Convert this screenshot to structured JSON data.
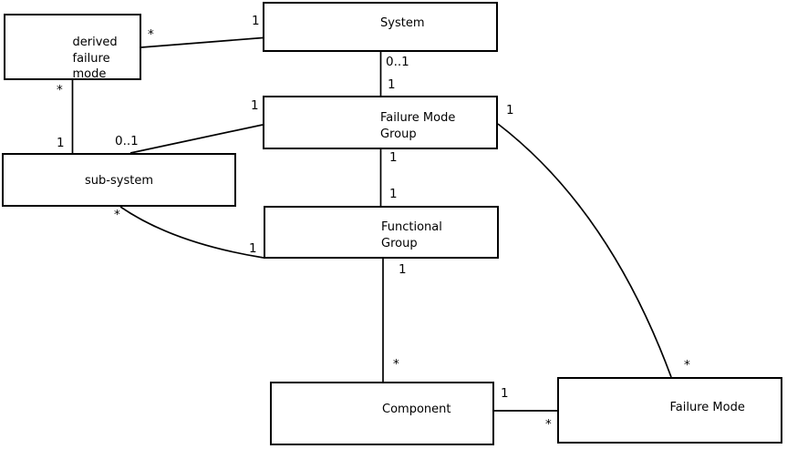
{
  "diagram": {
    "type": "uml-class-diagram",
    "colors": {
      "background": "#ffffff",
      "line": "#000000",
      "text": "#000000",
      "box_border": "#000000",
      "box_fill": "#ffffff"
    },
    "entities": {
      "derived_failure_mode": {
        "label": "derived\nfailure\nmode"
      },
      "system": {
        "label": "System"
      },
      "failure_mode_group": {
        "label": "Failure Mode\nGroup"
      },
      "sub_system": {
        "label": "sub-system"
      },
      "functional_group": {
        "label": "Functional\nGroup"
      },
      "component": {
        "label": "Component"
      },
      "failure_mode": {
        "label": "Failure Mode"
      }
    },
    "relationships": [
      {
        "from": "derived_failure_mode",
        "to": "system",
        "from_multiplicity": "*",
        "to_multiplicity": "1"
      },
      {
        "from": "derived_failure_mode",
        "to": "sub_system",
        "from_multiplicity": "*",
        "to_multiplicity": "1"
      },
      {
        "from": "system",
        "to": "failure_mode_group",
        "from_multiplicity": "0..1",
        "to_multiplicity": "1"
      },
      {
        "from": "failure_mode_group",
        "to": "sub_system",
        "from_multiplicity": "1",
        "to_multiplicity": "0..1"
      },
      {
        "from": "failure_mode_group",
        "to": "functional_group",
        "from_multiplicity": "1",
        "to_multiplicity": "1"
      },
      {
        "from": "sub_system",
        "to": "functional_group",
        "from_multiplicity": "*",
        "to_multiplicity": "1"
      },
      {
        "from": "functional_group",
        "to": "component",
        "from_multiplicity": "1",
        "to_multiplicity": "*"
      },
      {
        "from": "component",
        "to": "failure_mode",
        "from_multiplicity": "1",
        "to_multiplicity": "*"
      },
      {
        "from": "failure_mode_group",
        "to": "failure_mode",
        "from_multiplicity": "1",
        "to_multiplicity": "*"
      }
    ],
    "multiplicities": {
      "dfm_system_src": "*",
      "dfm_system_tgt": "1",
      "system_fmg_src": "0..1",
      "system_fmg_tgt": "1",
      "fmg_subsystem_src": "1",
      "fmg_subsystem_tgt": "0..1",
      "dfm_subsystem_src": "*",
      "dfm_subsystem_tgt": "1",
      "fmg_fg_src": "1",
      "fmg_fg_tgt": "1",
      "subsystem_fg_src": "*",
      "subsystem_fg_tgt": "1",
      "fg_component_src": "1",
      "fg_component_tgt": "*",
      "component_fm_src": "1",
      "component_fm_tgt": "*",
      "fmg_fm_src": "1",
      "fmg_fm_tgt": "*"
    }
  }
}
